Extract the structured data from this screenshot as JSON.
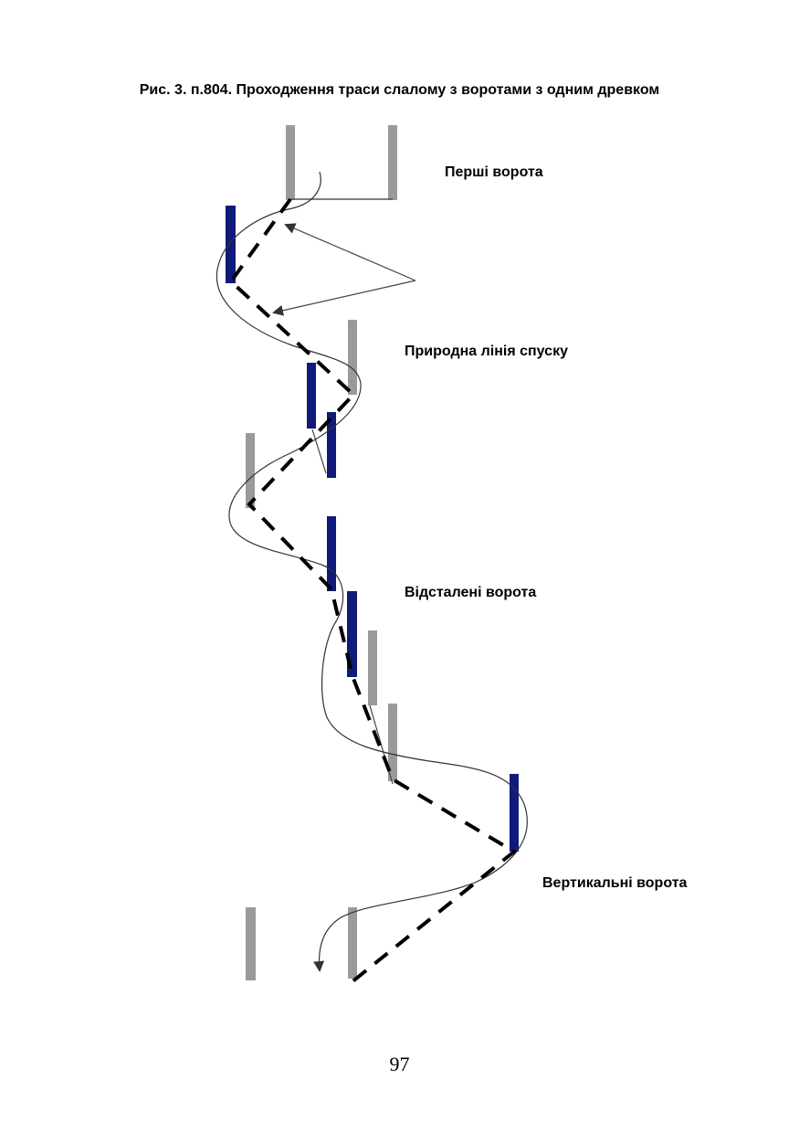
{
  "figure": {
    "caption": "Рис. 3. п.804. Проходження траси слалому з воротами з одним древком",
    "labels": {
      "first_gate": "Перші ворота",
      "natural_line": "Природна лінія спуску",
      "offset_gates": "Відсталені ворота",
      "vertical_gates": "Вертикальні ворота"
    },
    "colors": {
      "gray_pole": "#9a9a9a",
      "blue_pole": "#0f1a7a",
      "line": "#333333"
    }
  },
  "page": {
    "number": "97"
  }
}
